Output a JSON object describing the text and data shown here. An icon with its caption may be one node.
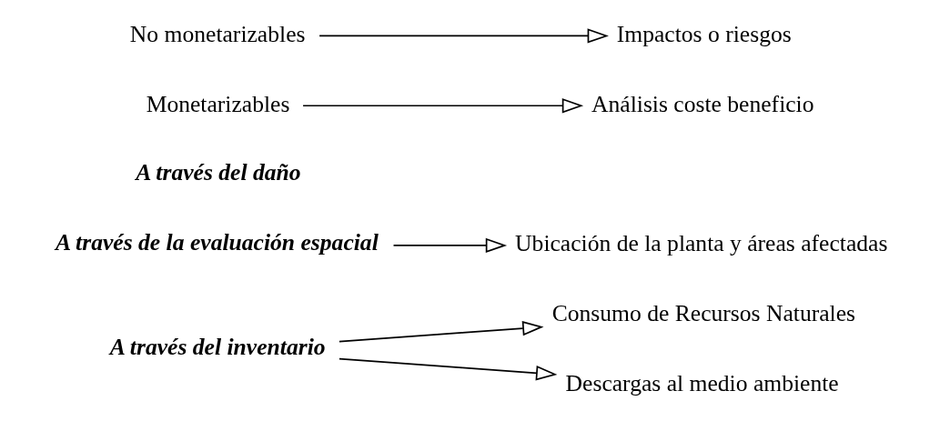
{
  "diagram": {
    "nodes": [
      {
        "text": [
          "A través del inventario"
        ]
      },
      {
        "text": [
          "Consumo de Recursos Naturales"
        ]
      },
      {
        "text": [
          "Descargas al medio ambiente"
        ]
      },
      {
        "text": [
          "A través de la evaluación espacial"
        ]
      },
      {
        "text": [
          "Ubicación de la planta y áreas afectadas"
        ]
      },
      {
        "text": [
          "A través del daño"
        ]
      },
      {
        "text": [
          "Monetarizables"
        ]
      },
      {
        "text": [
          "Análisis coste beneficio"
        ]
      },
      {
        "text": [
          "No monetarizables"
        ]
      },
      {
        "text": [
          "Impactos o riesgos"
        ]
      }
    ],
    "edges": [
      {
        "from": 0,
        "to": 1,
        "arrow": "to"
      },
      {
        "from": 0,
        "to": 2,
        "arrow": "to"
      },
      {
        "from": 3,
        "to": 4,
        "arrow": "to"
      },
      {
        "from": 6,
        "to": 7,
        "arrow": "to"
      },
      {
        "from": 8,
        "to": 9,
        "arrow": "to"
      }
    ]
  }
}
